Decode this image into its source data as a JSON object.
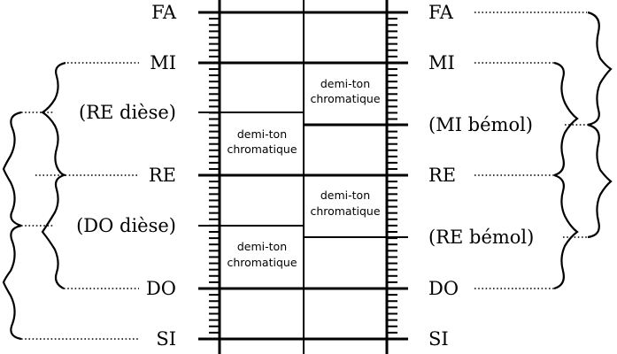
{
  "notes_left": {
    "fa": "FA",
    "mi": "MI",
    "re_diese": "(RE dièse)",
    "re": "RE",
    "do_diese": "(DO dièse)",
    "do": "DO",
    "si": "SI"
  },
  "notes_right": {
    "fa": "FA",
    "mi": "MI",
    "mi_bemol": "(MI bémol)",
    "re": "RE",
    "re_bemol": "(RE bémol)",
    "do": "DO",
    "si": "SI"
  },
  "chromatic_boxes": [
    {
      "line1": "demi-ton",
      "line2": "chromatique"
    },
    {
      "line1": "demi-ton",
      "line2": "chromatique"
    },
    {
      "line1": "demi-ton",
      "line2": "chromatique"
    },
    {
      "line1": "demi-ton",
      "line2": "chromatique"
    }
  ]
}
